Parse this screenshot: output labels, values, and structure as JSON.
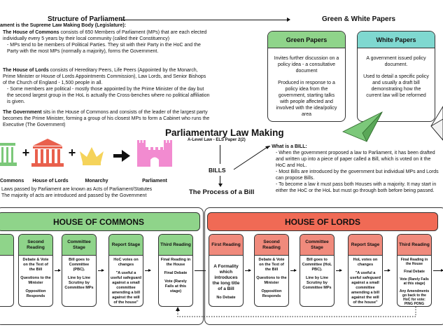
{
  "structure": {
    "title": "Structure of Parliament",
    "line1": "ament is the Supreme Law Making Body (Legislature):",
    "commons": {
      "lead": "The House of Commons",
      "text": " consists of 650 Members of Parliament (MPs) that are each elected individually every 5 years by their local community (called their Constituency)",
      "bullet": "- MPs tend to be members of Political Parties. They sit with their Party in the HoC and the Party with the most MPs (normally a majority), forms the Government."
    },
    "lords": {
      "lead": "The House of Lords",
      "text": " consists of Hereditary Peers, Life Peers (Appointed by the Monarch, Prime Minister or House of Lords Appointments Commission), Law Lords, and Senior Bishops of the Church of England - 1,500 people in all.",
      "bullet": "- Some members are political - mostly those appointed by the Prime Minister of the day but the second largest group in the HoL is actually the Cross-benches where no political affiliation is given."
    },
    "government": {
      "lead": "The Government",
      "text": " sits in the House of Commons and consists of the leader of the largest party becomes the Prime Minister, forming a group of his closest MPs to form a Cabinet who runs the Executive (The Government)"
    },
    "icons": {
      "commons": "Commons",
      "lords": "House of Lords",
      "monarchy": "Monarchy",
      "parliament": "Parliament"
    },
    "acts_line1": "Laws passed by Parliament are known as Acts of Parliament/Statutes",
    "acts_line2": "The majority of acts are introduced and passed by the Government",
    "colors": {
      "commons": "#7cc87a",
      "lords": "#e9604d",
      "monarchy": "#f5d35a",
      "parliament": "#f28bd0"
    }
  },
  "papers": {
    "title": "Green & White Papers",
    "green": {
      "title": "Green Papers",
      "p1": "Invites further discussion on a policy idea - a consultative document",
      "p2": "Produced in response to a policy idea from the government, starting talks with people affected and involved with the idea/policy area",
      "color": "#8fd48a"
    },
    "white": {
      "title": "White Papers",
      "p1": "A government issued policy document.",
      "p2": "Used to detail a specific policy and usually a draft bill demonstrating how the current law will be reformed",
      "color": "#7fd8d0"
    }
  },
  "center": {
    "title": "Parliamentary Law Making",
    "subtitle": "A-Level Law - ELS Paper 2(2)",
    "bills": "BILLS",
    "process": "The Process of a Bill"
  },
  "bill_info": {
    "heading": "- What is a BILL:",
    "bullets": [
      "- When the government proposed a law to Parliament, it has been drafted and written up into a piece of paper called a Bill, which is voted on it the HoC and HoL.",
      "- Most Bills are introduced by the government but individual MPs and Lords can propose Bills.",
      "- To become a law it must pass both Houses with a majority. It may start in either the HoC or the HoL but must go through both before being passed."
    ]
  },
  "hoc": {
    "title": "HOUSE OF COMMONS",
    "color": "#8fd48a",
    "stages": [
      {
        "title": "Second Reading",
        "lines": [
          "Debate & Vote on the Text of the Bill",
          "Questions to the Minister",
          "Opposition Responds"
        ]
      },
      {
        "title": "Committee Stage",
        "lines": [
          "Bill goes to Committee (PBC).",
          "Line by Line Scrutiny by Committee MPs"
        ]
      },
      {
        "title": "Report Stage",
        "lines": [
          "HoC votes on changes",
          "\"A useful a useful safeguard against a small committee amending a bill against the will of the house\""
        ]
      },
      {
        "title": "Third Reading",
        "lines": [
          "Final Reading in the House",
          "Final Debate",
          "Vote (Rarely Fails at this stage)"
        ]
      }
    ]
  },
  "hol": {
    "title": "HOUSE OF LORDS",
    "color": "#f06a55",
    "stages": [
      {
        "title": "First Reading",
        "lines": [
          "A Formality which introduces the long title of a Bill",
          "No Debate"
        ]
      },
      {
        "title": "Second Reading",
        "lines": [
          "Debate & Vote on the Text of the Bill",
          "Questions to the Minister",
          "Opposition Responds"
        ]
      },
      {
        "title": "Committee Stage",
        "lines": [
          "Bill goes to Committee (HoL PBC).",
          "Line by Line Scrutiny by Committee MPs"
        ]
      },
      {
        "title": "Report Stage",
        "lines": [
          "HoL votes on changes",
          "\"A useful a useful safeguard against a small committee amending a bill against the will of the house\""
        ]
      },
      {
        "title": "Third Reading",
        "lines": [
          "Final Reading in the House",
          "Final Debate",
          "Vote (Rarely Fails at this stage)",
          "Any Amendments go back to the HoC for vote: PING PONG"
        ]
      }
    ]
  }
}
